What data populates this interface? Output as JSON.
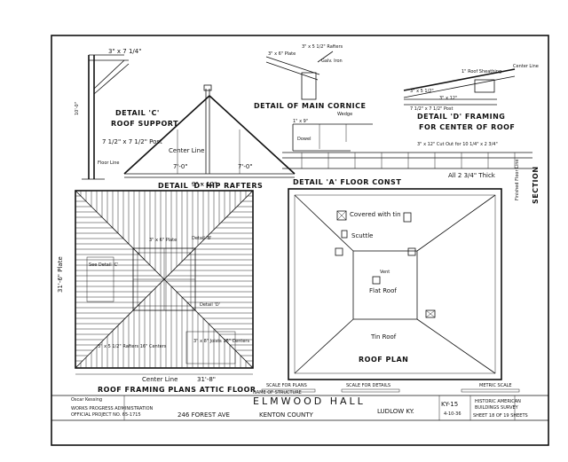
{
  "details": {
    "c_title": "DETAIL 'C'",
    "c_sub": "ROOF SUPPORT",
    "c_post_top": "3\" x 7 1/4\"",
    "c_post": "7 1/2\" x 7 1/2\" Post",
    "c_floor": "Floor Line",
    "c_center": "Center Line",
    "c_dim_left": "7'-0\"",
    "c_dim_right": "7'-0\"",
    "c_beam": "3\" x 12\"",
    "c_dim_vert": "10'-0\"",
    "main_cornice": "DETAIL OF MAIN CORNICE",
    "cornice_rafters": "3\" x 5 1/2\" Rafters",
    "cornice_plate": "3\" x 6\" Plate",
    "cornice_iron": "Galv. Iron",
    "cornice_wedge": "Wedge",
    "cornice_dim1": "1\" x 9\"",
    "d_title": "DETAIL 'D' FRAMING",
    "d_sub": "FOR CENTER OF ROOF",
    "d_sheathing": "1\" Roof Sheathing",
    "d_center": "Center Line",
    "d_rafter": "3\" x 5 1/2\"",
    "d_beam": "3\" x 12\"",
    "d_post": "7 1/2\" x 7 1/2\" Post",
    "d_cut": "3\" x 12\" Cut Out for 10 1/4\" x 2 3/4\"",
    "a_title": "DETAIL 'A' FLOOR CONST",
    "a_thick": "All 2 3/4\" Thick",
    "a_dowel": "Dowel",
    "a_finished": "Finished Floor Line",
    "section": "SECTION",
    "b_title": "DETAIL 'D' HIP RAFTERS",
    "framing_title": "ROOF FRAMING PLANS ATTIC FLOOR",
    "framing_center": "Center Line",
    "framing_dim": "31'-8\"",
    "framing_side": "31'-6\" Plate",
    "framing_plate": "3\" x 6\" Plate",
    "framing_joists": "3\" x 8\" Joists 16\" Centers",
    "framing_rafters": "3\" x 5 1/2\" Rafters 16\" Centers",
    "framing_see_c": "See Detail 'C'",
    "framing_see_d": "Detail 'D'",
    "framing_see_b": "Detail 'B'",
    "roof_title": "ROOF PLAN",
    "roof_covered": "Covered with tin",
    "roof_scuttle": "Scuttle",
    "roof_vent": "Vent",
    "roof_flat": "Flat Roof",
    "roof_tin": "Tin Roof"
  },
  "title_block": {
    "wpa_line1": "WORKS PROGRESS ADMINISTRATION",
    "wpa_line2": "OFFICIAL PROJECT NO. 65-1715",
    "delineator": "Oscar Kessing",
    "address": "246 FOREST AVE",
    "name": "ELMWOOD HALL",
    "county": "KENTON COUNTY",
    "city": "LUDLOW KY.",
    "survey_line1": "HISTORIC AMERICAN",
    "survey_line2": "BUILDINGS SURVEY",
    "sheet": "SHEET 18 OF 19 SHEETS",
    "survey_no": "KY-15",
    "date": "4-10-36",
    "scale_plans": "SCALE FOR PLANS",
    "scale_details": "SCALE FOR DETAILS",
    "scale_metric": "METRIC SCALE",
    "name_of_structure": "NAME OF STRUCTURE"
  }
}
